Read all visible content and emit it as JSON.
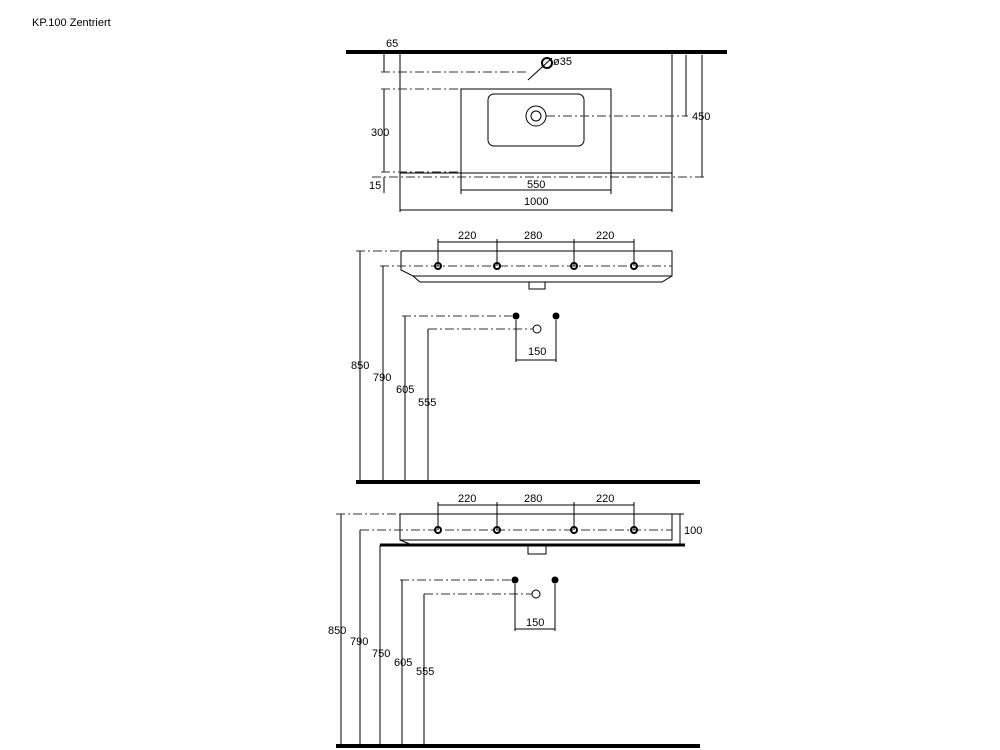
{
  "title": "KP.100 Zentriert",
  "top_view": {
    "dims": {
      "d65": "65",
      "d35": "ø35",
      "d300": "300",
      "d450": "450",
      "d15": "15",
      "d550": "550",
      "d1000": "1000"
    }
  },
  "front_view_1": {
    "dims": {
      "d220a": "220",
      "d280": "280",
      "d220b": "220",
      "d150": "150",
      "d850": "850",
      "d790": "790",
      "d605": "605",
      "d555": "555"
    }
  },
  "front_view_2": {
    "dims": {
      "d220a": "220",
      "d280": "280",
      "d220b": "220",
      "d100": "100",
      "d150": "150",
      "d850": "850",
      "d790": "790",
      "d750": "750",
      "d605": "605",
      "d555": "555"
    }
  }
}
